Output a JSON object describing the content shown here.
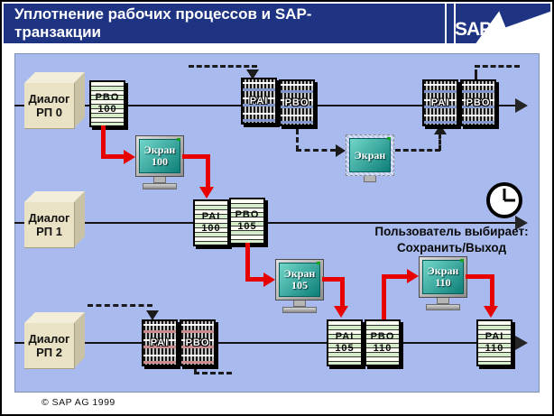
{
  "header": {
    "title_line1": "Уплотнение рабочих процессов и SAP-",
    "title_line2": "транзакции",
    "logo_text": "SAP"
  },
  "lanes": [
    {
      "l1": "Диалог",
      "l2": "РП 0"
    },
    {
      "l1": "Диалог",
      "l2": "РП 1"
    },
    {
      "l1": "Диалог",
      "l2": "РП 2"
    }
  ],
  "docs": {
    "pbo100": {
      "label": "PBO",
      "num": "100"
    },
    "pai100": {
      "label": "PAI",
      "num": "100"
    },
    "pbo105": {
      "label": "PBO",
      "num": "105"
    },
    "pai105": {
      "label": "PAI",
      "num": "105"
    },
    "pbo110": {
      "label": "PBO",
      "num": "110"
    },
    "pai110": {
      "label": "PAI",
      "num": "110"
    }
  },
  "ghost_docs": {
    "mid": {
      "a": "PAI",
      "b": "PBO"
    },
    "right": {
      "a": "PAI",
      "b": "PBO"
    },
    "bottom": {
      "a": "PAI",
      "b": "PBO"
    }
  },
  "screens": {
    "s100": {
      "label": "Экран",
      "num": "100"
    },
    "ghost": {
      "label": "Экран"
    },
    "s105": {
      "label": "Экран",
      "num": "105"
    },
    "s110": {
      "label": "Экран",
      "num": "110"
    }
  },
  "annotation": {
    "line1": "Пользователь выбирает:",
    "line2": "Сохранить/Выход"
  },
  "footer": {
    "copyright": "©  SAP AG 1999"
  },
  "icons": {
    "clock": "clock-icon",
    "monitor": "monitor-icon",
    "work_process_box": "cube-3d-icon"
  },
  "colors": {
    "header_bg": "#1e3382",
    "panel_bg": "#a9bbee",
    "red_arrow": "#e80000",
    "doc_stripe_green": "#d5eccb",
    "hatch_stripe_blue": "#8096cc",
    "hatch_stripe_red": "#cc8c8c",
    "screen_teal_dark": "#0c7f78",
    "box_beige": "#e9e2c4"
  }
}
